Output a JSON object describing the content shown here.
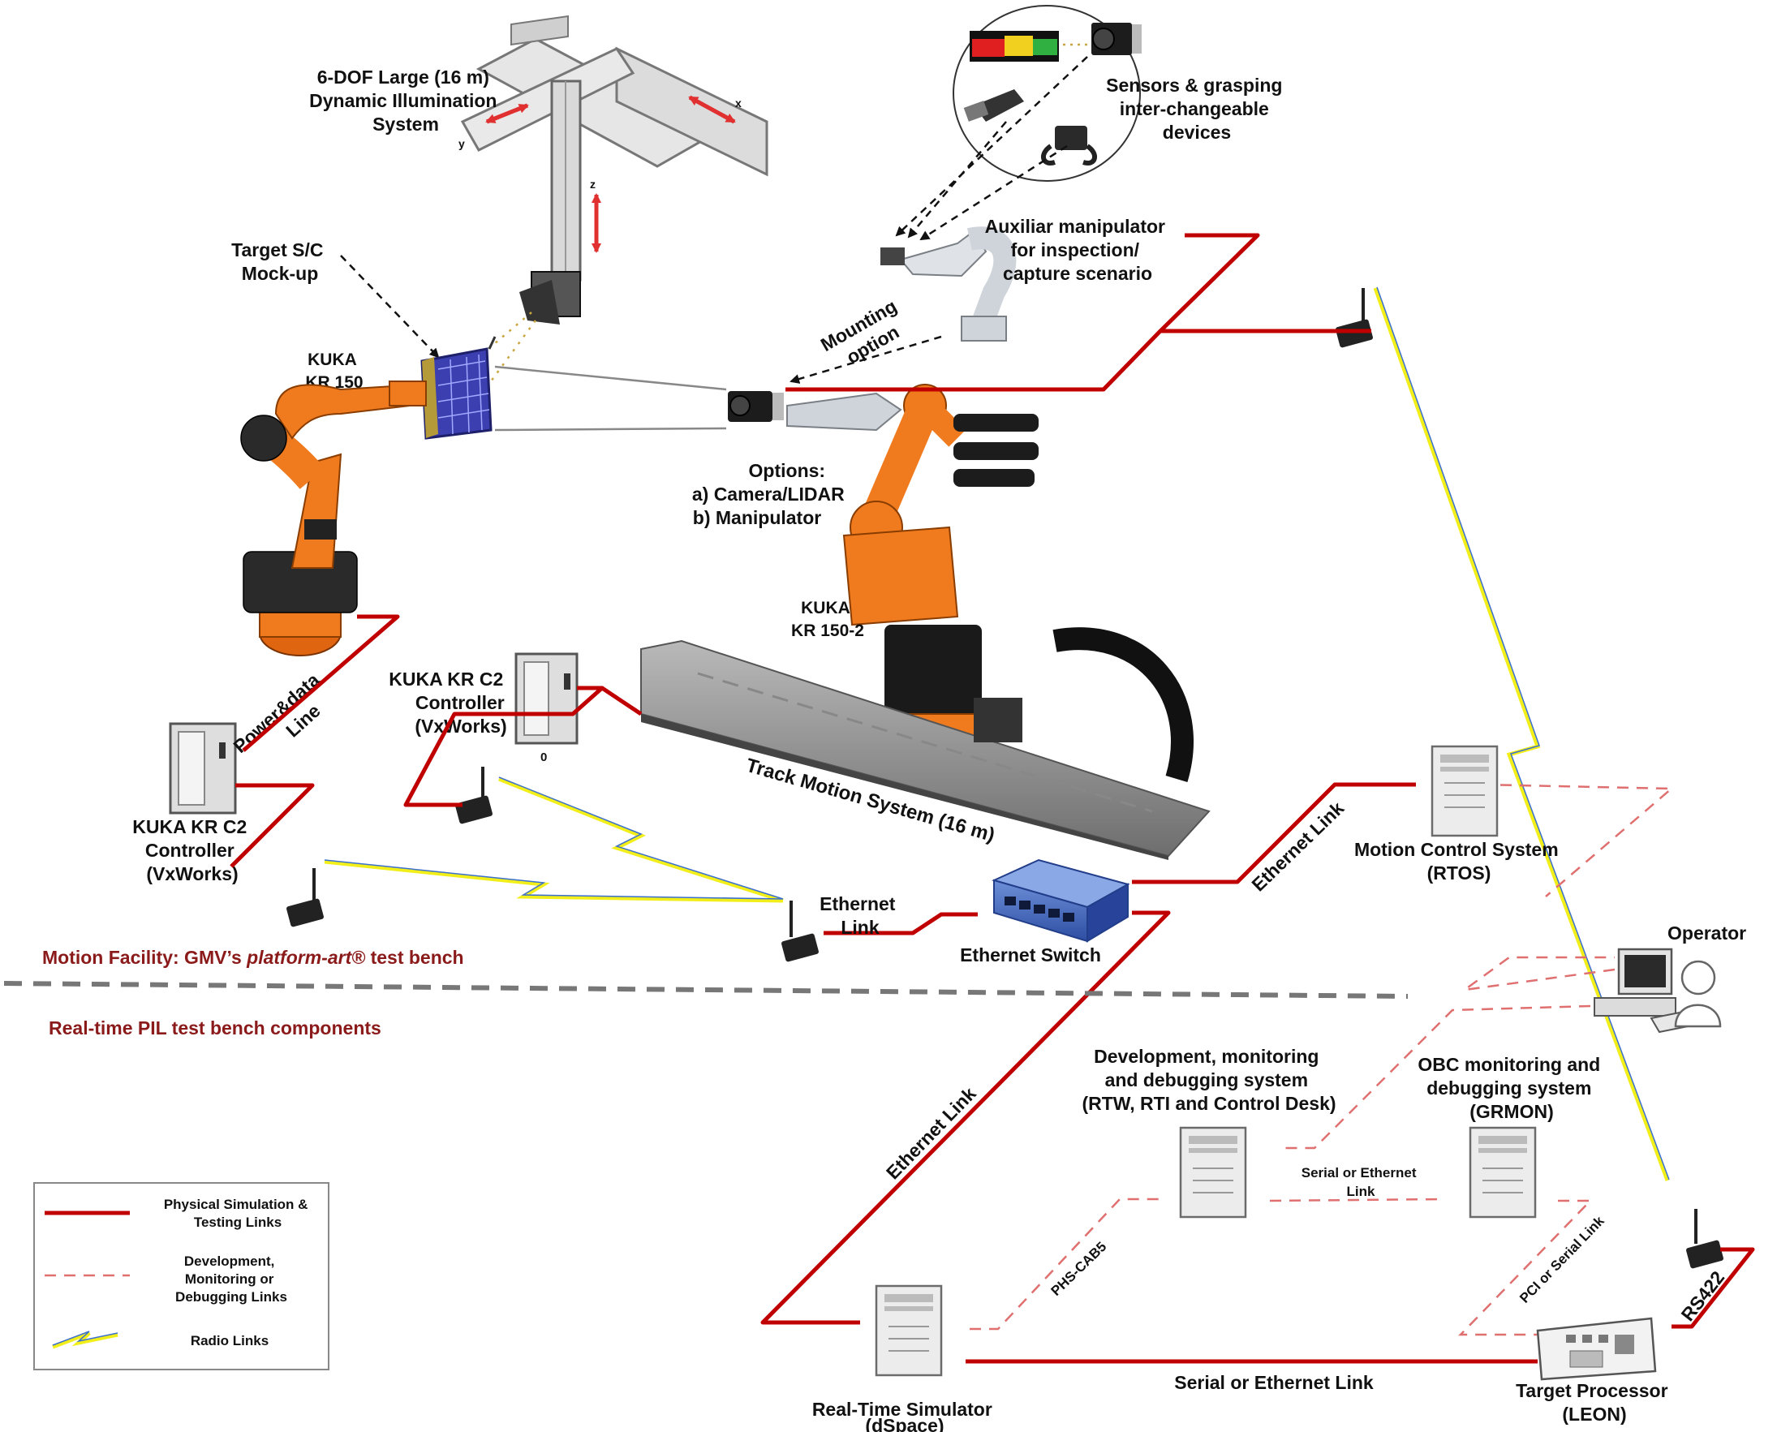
{
  "labels": {
    "illumination": [
      "6-DOF Large (16 m)",
      "Dynamic Illumination",
      "System"
    ],
    "sensors": [
      "Sensors & grasping",
      "inter-changeable",
      "devices"
    ],
    "target_sc": [
      "Target S/C",
      "Mock-up"
    ],
    "auxiliar": [
      "Auxiliar manipulator",
      "for inspection/",
      "capture scenario"
    ],
    "mounting": [
      "Mounting",
      "option"
    ],
    "kuka_kr150": [
      "KUKA",
      "KR 150"
    ],
    "options": [
      "Options:",
      "a) Camera/LIDAR",
      "b) Manipulator"
    ],
    "kuka_kr150_2": [
      "KUKA",
      "KR 150-2"
    ],
    "controller_mid": [
      "KUKA KR C2",
      "Controller",
      "(VxWorks)"
    ],
    "controller_zero": "0",
    "controller_left": [
      "KUKA KR C2",
      "Controller",
      "(VxWorks)"
    ],
    "power_data": [
      "Power&data",
      "Line"
    ],
    "track_motion": "Track Motion System (16 m)",
    "ethernet_link_left": [
      "Ethernet",
      "Link"
    ],
    "ethernet_switch": "Ethernet Switch",
    "ethernet_link_mcs": "Ethernet Link",
    "motion_control": [
      "Motion Control System",
      "(RTOS)"
    ],
    "operator": "Operator",
    "motion_facility_prefix": "Motion Facility: GMV’s ",
    "motion_facility_italic": "platform-art®",
    "motion_facility_suffix": " test bench",
    "realtime_pil": "Real-time PIL test bench components",
    "dev_system": [
      "Development, monitoring",
      "and debugging system",
      "(RTW, RTI and Control Desk)"
    ],
    "obc_system": [
      "OBC monitoring and",
      "debugging system",
      "(GRMON)"
    ],
    "ethernet_link_diag": "Ethernet Link",
    "serial_eth_small": [
      "Serial or Ethernet",
      "Link"
    ],
    "phs_cab5": "PHS-CAB5",
    "pci_serial": "PCI or Serial Link",
    "rs422": "RS422",
    "serial_eth_bottom": "Serial or Ethernet Link",
    "rt_simulator": [
      "Real-Time Simulator",
      "(dSpace)"
    ],
    "target_processor": [
      "Target Processor",
      "(LEON)"
    ]
  },
  "legend": {
    "physical": [
      "Physical Simulation &",
      "Testing Links"
    ],
    "development": [
      "Development,",
      "Monitoring or",
      "Debugging Links"
    ],
    "radio": "Radio Links"
  },
  "axes": {
    "x": "x",
    "y": "y",
    "z": "z"
  },
  "colors": {
    "physical_link": "#c00000",
    "dev_link": "#e07070",
    "robot_orange": "#f07a1e",
    "radio_yellow": "#f2ee1a",
    "radio_blue": "#3a6fd0",
    "facility_text": "#8b1a1a",
    "divider": "#777777"
  }
}
